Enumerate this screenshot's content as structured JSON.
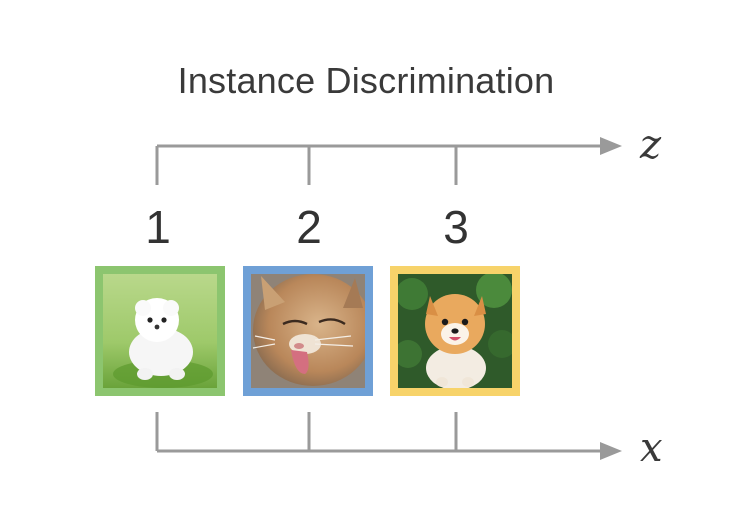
{
  "title": "Instance Discrimination",
  "axes": {
    "top_label": "z",
    "bottom_label": "x"
  },
  "items": [
    {
      "index": "1",
      "subject": "white fluffy puppy on grass",
      "frame_color": "#8cc56f"
    },
    {
      "index": "2",
      "subject": "orange tabby cat licking",
      "frame_color": "#6fa0d6"
    },
    {
      "index": "3",
      "subject": "pomeranian puppy in greenery",
      "frame_color": "#f7d36a"
    }
  ],
  "colors": {
    "axis": "#9a9a9a",
    "text": "#333333"
  }
}
